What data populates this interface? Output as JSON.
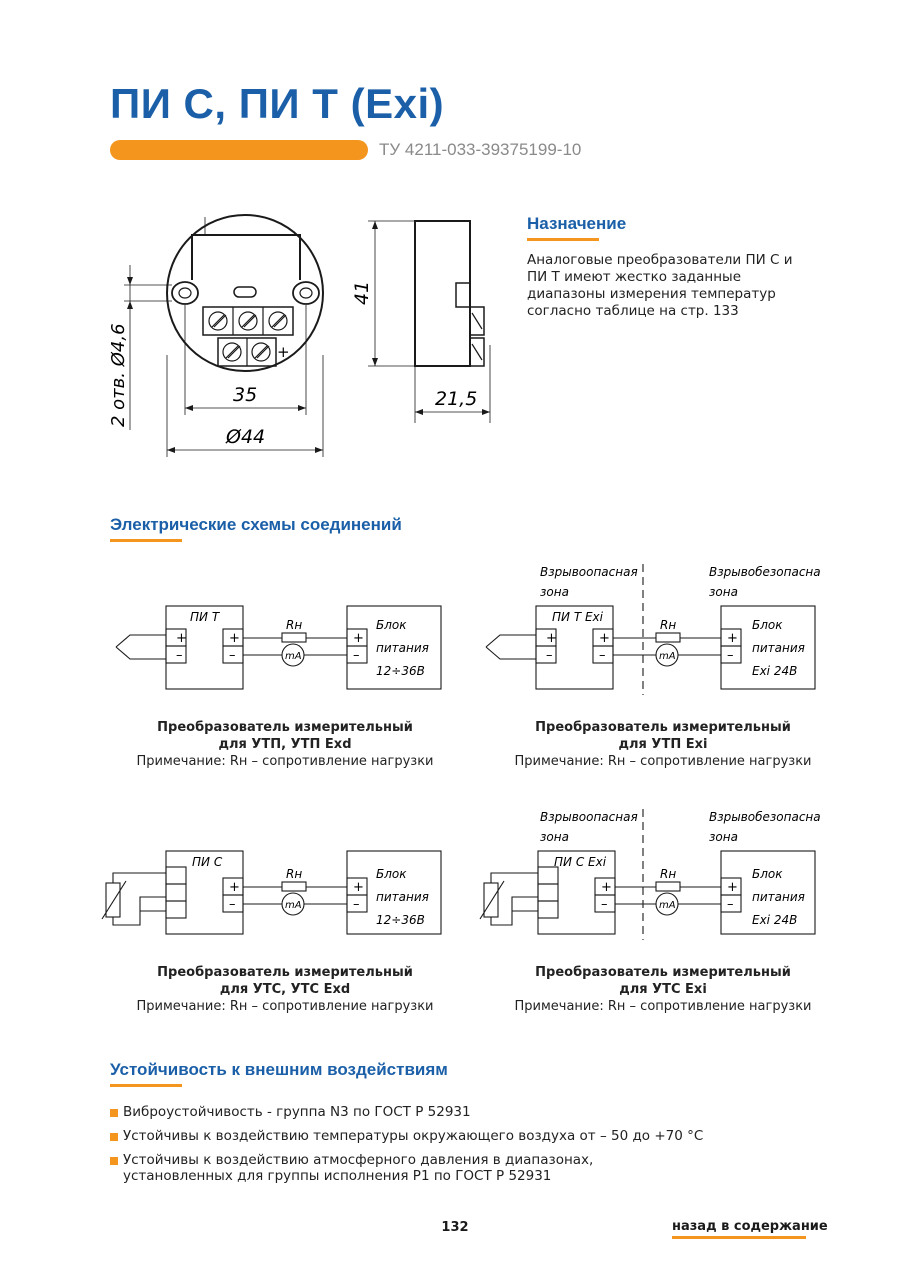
{
  "header": {
    "title": "ПИ С, ПИ Т (Exi)",
    "tu": "ТУ 4211-033-39375199-10"
  },
  "drawing": {
    "dim_holes": "2 отв. Ø4,6",
    "dim_35": "35",
    "dim_44": "Ø44",
    "dim_41": "41",
    "dim_21": "21,5",
    "plus": "+"
  },
  "purpose": {
    "heading": "Назначение",
    "text": "Аналоговые преобразователи ПИ С и ПИ Т имеют жестко заданные диапазоны измерения температур согласно таблице на стр. 133"
  },
  "schemes": {
    "heading": "Электрические схемы соединений",
    "labels": {
      "pi_t": "ПИ Т",
      "pi_t_exi": "ПИ Т Exi",
      "pi_c": "ПИ С",
      "pi_c_exi": "ПИ С Exi",
      "rn": "Rн",
      "ma": "mA",
      "plus": "+",
      "minus": "–",
      "block": "Блок",
      "power": "питания",
      "volt_1236": "12÷36В",
      "exi24": "Exi 24В",
      "explosive_1": "Взрывоопасная",
      "explosive_2": "зона",
      "safe_1": "Взрывобезопасная",
      "safe_2": "зона"
    },
    "captions": [
      {
        "title": "Преобразователь измерительный",
        "sub": "для УТП, УТП Exd",
        "note": "Примечание: Rн – сопротивление нагрузки"
      },
      {
        "title": "Преобразователь измерительный",
        "sub": "для УТП Exi",
        "note": "Примечание: Rн – сопротивление нагрузки"
      },
      {
        "title": "Преобразователь измерительный",
        "sub": "для УТС, УТС Exd",
        "note": "Примечание: Rн – сопротивление нагрузки"
      },
      {
        "title": "Преобразователь измерительный",
        "sub": "для УТС Exi",
        "note": "Примечание: Rн – сопротивление нагрузки"
      }
    ]
  },
  "resistance": {
    "heading": "Устойчивость к внешним воздействиям",
    "items": [
      "Виброустойчивость - группа N3 по ГОСТ Р 52931",
      "Устойчивы к воздействию температуры окружающего воздуха от – 50 до +70 °С",
      "Устойчивы к воздействию атмосферного давления в диапазонах, установленных для группы исполнения Р1 по ГОСТ Р 52931"
    ]
  },
  "footer": {
    "page": "132",
    "back": "назад в содержание"
  },
  "colors": {
    "brand_blue": "#1a5fa8",
    "accent_orange": "#f4951e"
  }
}
